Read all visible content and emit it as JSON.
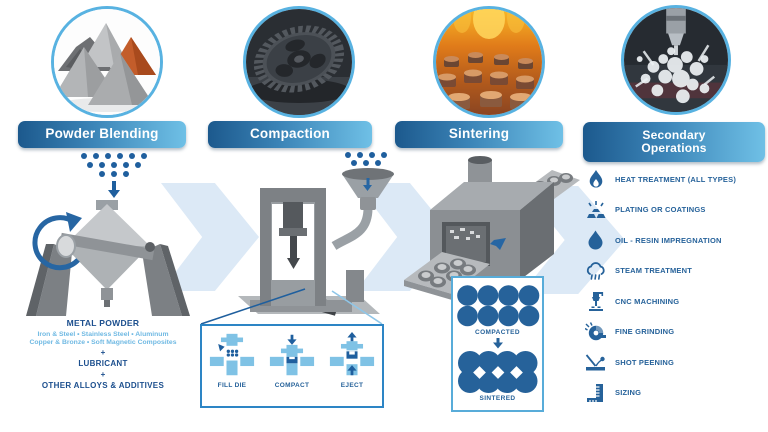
{
  "stages": [
    {
      "label": "Powder Blending",
      "photo": "metal-powder-piles"
    },
    {
      "label": "Compaction",
      "photo": "steel-gear"
    },
    {
      "label": "Sintering",
      "photo": "glowing-parts-in-furnace"
    },
    {
      "label_line1": "Secondary",
      "label_line2": "Operations",
      "photo": "cnc-machining-coolant-splash"
    }
  ],
  "powder_blending": {
    "heading": "METAL POWDER",
    "materials_line1": "Iron & Steel  •  Stainless Steel  •  Aluminum",
    "materials_line2": "Copper & Bronze  •  Soft Magnetic Composites",
    "plus1": "+",
    "lubricant": "LUBRICANT",
    "plus2": "+",
    "additives": "OTHER ALLOYS & ADDITIVES"
  },
  "compaction": {
    "steps": [
      {
        "label": "FILL DIE"
      },
      {
        "label": "COMPACT"
      },
      {
        "label": "EJECT"
      }
    ]
  },
  "sintering": {
    "compacted_label": "COMPACTED",
    "sintered_label": "SINTERED"
  },
  "secondary_operations": {
    "items": [
      {
        "icon": "flame-icon",
        "label": "HEAT TREATMENT (ALL TYPES)"
      },
      {
        "icon": "plating-icon",
        "label": "PLATING OR COATINGS"
      },
      {
        "icon": "oil-drop-icon",
        "label": "OIL - RESIN IMPREGNATION"
      },
      {
        "icon": "steam-cloud-icon",
        "label": "STEAM TREATMENT"
      },
      {
        "icon": "cnc-machining-icon",
        "label": "CNC MACHINING"
      },
      {
        "icon": "grinding-wheel-icon",
        "label": "FINE GRINDING"
      },
      {
        "icon": "shot-peening-icon",
        "label": "SHOT PEENING"
      },
      {
        "icon": "sizing-ruler-icon",
        "label": "SIZING"
      }
    ]
  },
  "colors": {
    "dark_blue": "#26629a",
    "navy_text": "#1c4f8e",
    "light_blue": "#7fc2e5",
    "chevron_fill": "#dce9f6",
    "ring_blue": "#58b2e1",
    "banner_gradient_start": "#1c598d",
    "banner_gradient_end": "#6fc0e6",
    "machine_grey": "#8b8f93"
  }
}
